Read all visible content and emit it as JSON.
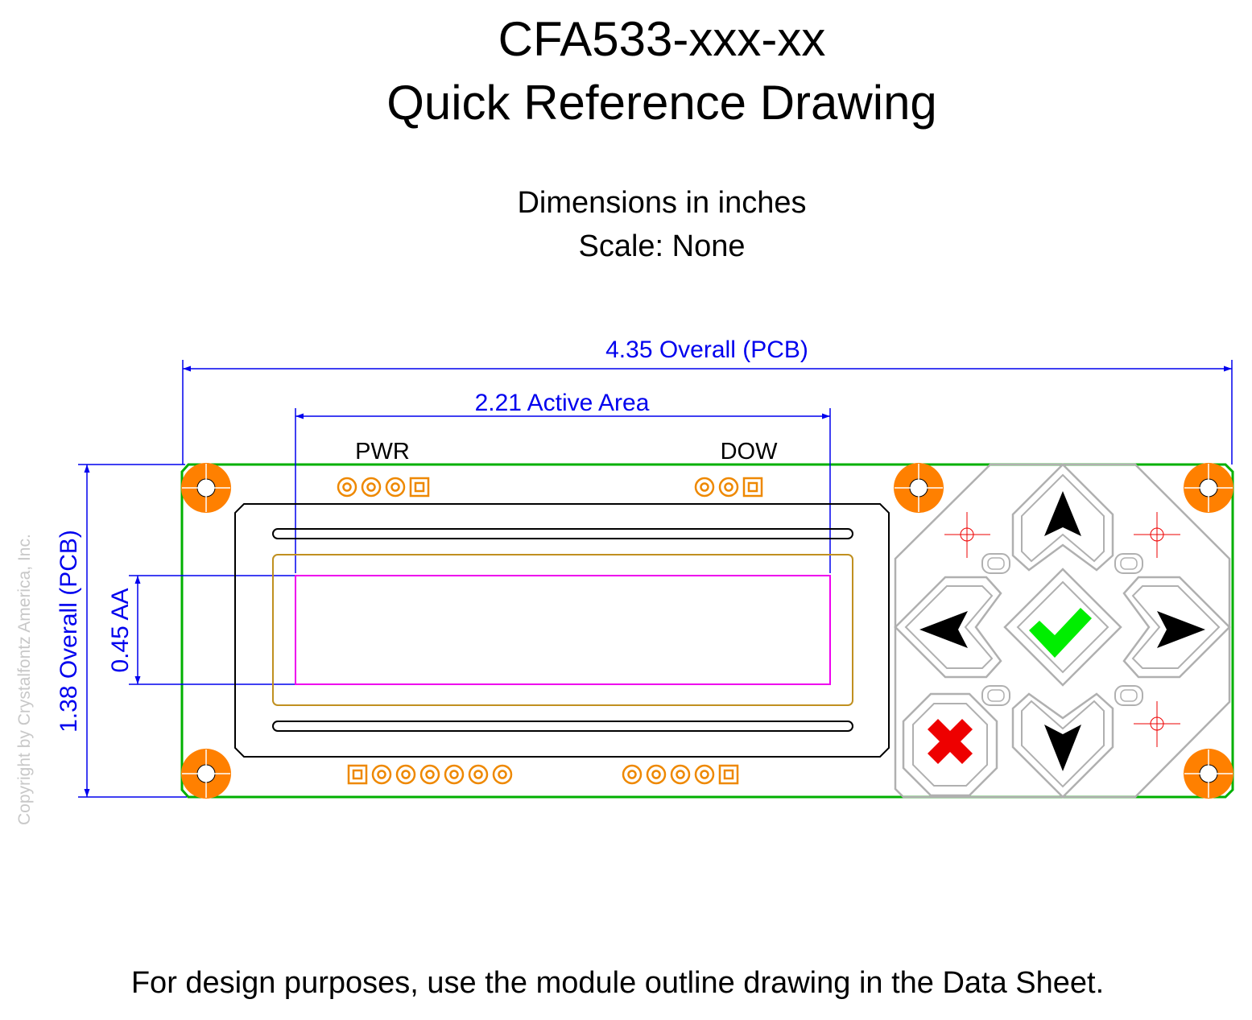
{
  "title_line1": "CFA533-xxx-xx",
  "title_line2": "Quick Reference Drawing",
  "dims_note": "Dimensions in inches",
  "scale_note": "Scale: None",
  "dim_overall_width": "4.35 Overall (PCB)",
  "dim_active_width": "2.21 Active Area",
  "dim_overall_height": "1.38 Overall (PCB)",
  "dim_active_height": "0.45 AA",
  "label_pwr": "PWR",
  "label_dow": "DOW",
  "footer": "For design purposes, use the module outline drawing in the Data Sheet.",
  "copyright": "Copyright by Crystalfontz America, Inc.",
  "colors": {
    "pcb_outline": "#00b000",
    "dimension": "#0000ee",
    "pad": "#ff8000",
    "connector": "#ee8800",
    "bezel": "#c09020",
    "active_area": "#ee00ee",
    "keypad": "#b0b0b0",
    "check": "#00ee00",
    "cancel": "#ee0000",
    "crosshair": "#ee0000"
  },
  "keypad_icons": [
    "up-arrow-icon",
    "left-arrow-icon",
    "right-arrow-icon",
    "down-arrow-icon",
    "check-icon",
    "cancel-x-icon"
  ]
}
